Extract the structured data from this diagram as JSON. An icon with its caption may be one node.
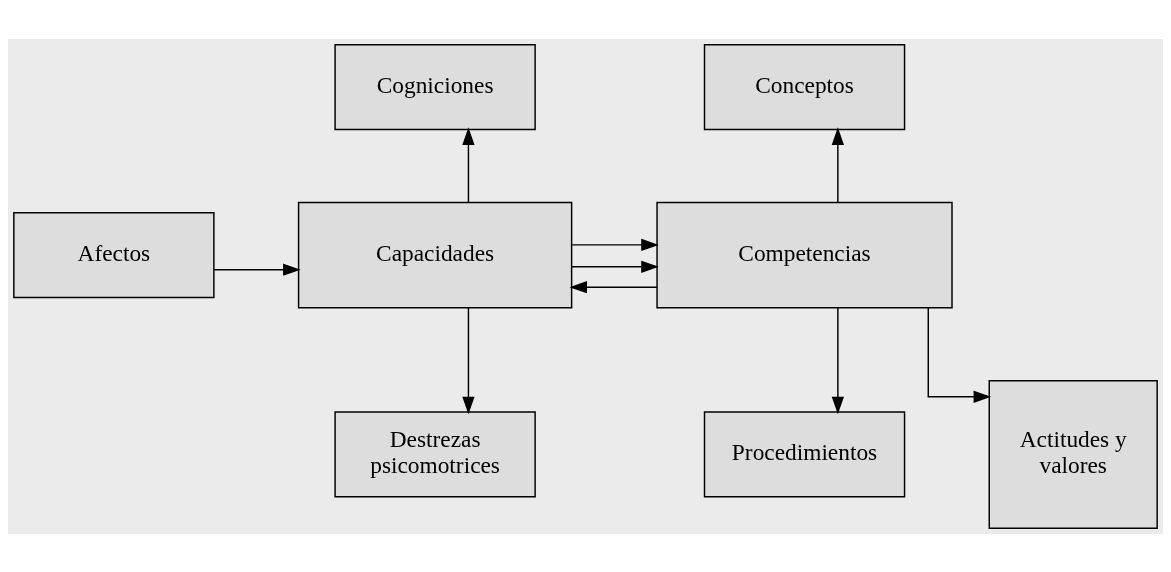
{
  "diagram": {
    "nodes": [
      {
        "text": [
          "Cogniciones"
        ]
      },
      {
        "text": [
          "Conceptos"
        ]
      },
      {
        "text": [
          "Afectos"
        ]
      },
      {
        "text": [
          "Capacidades"
        ]
      },
      {
        "text": [
          "Competencias"
        ]
      },
      {
        "text": [
          "Destrezas psicomotrices"
        ]
      },
      {
        "text": [
          "Procedimientos"
        ]
      },
      {
        "text": [
          "Actitudes y valores"
        ]
      }
    ],
    "edges": [
      {
        "from": 2,
        "to": 3,
        "arrow": "to"
      },
      {
        "from": 3,
        "to": 0,
        "arrow": "to"
      },
      {
        "from": 3,
        "to": 5,
        "arrow": "to"
      },
      {
        "from": 3,
        "to": 4,
        "arrow": "to"
      },
      {
        "from": 3,
        "to": 4,
        "arrow": "to"
      },
      {
        "from": 4,
        "to": 3,
        "arrow": "to"
      },
      {
        "from": 4,
        "to": 1,
        "arrow": "to"
      },
      {
        "from": 4,
        "to": 6,
        "arrow": "to"
      },
      {
        "from": 4,
        "to": 7,
        "arrow": "to"
      }
    ]
  }
}
